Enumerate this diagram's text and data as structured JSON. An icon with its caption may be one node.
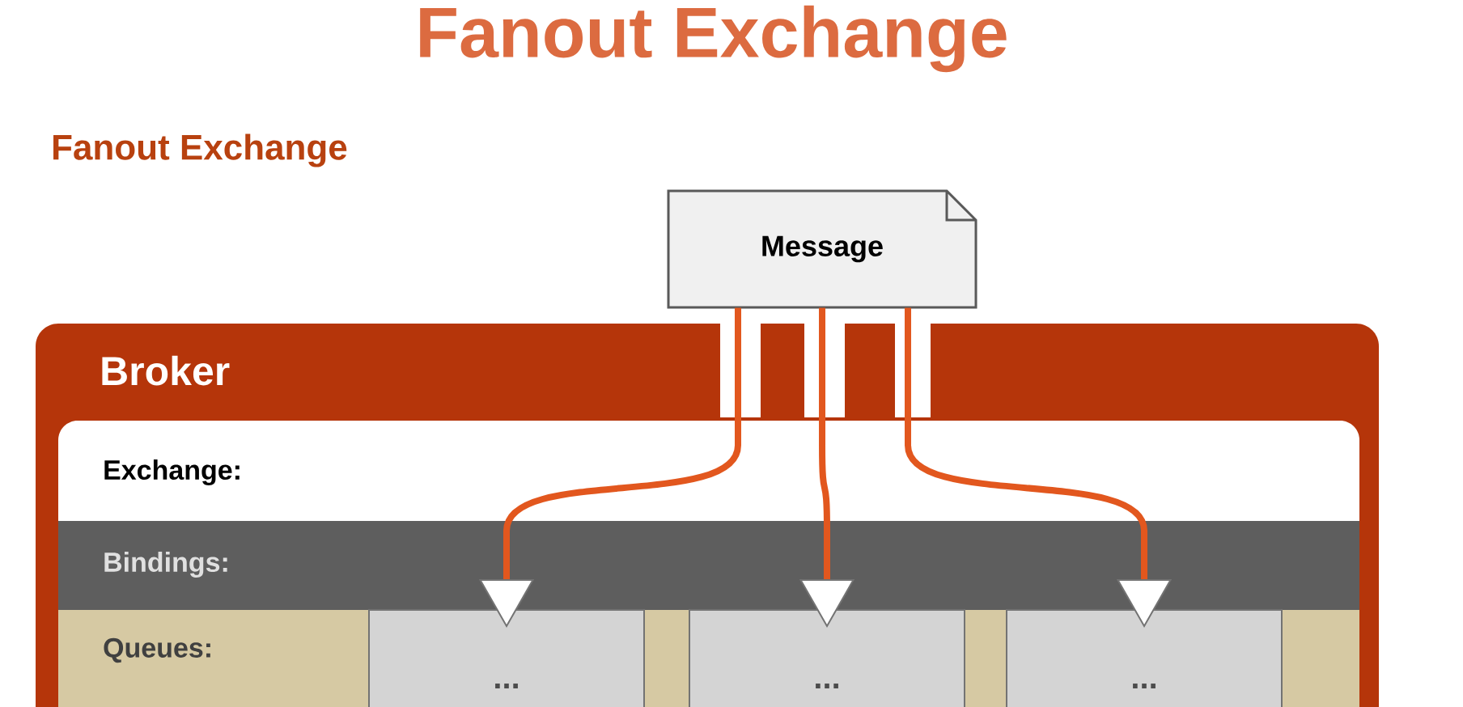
{
  "diagram": {
    "title": "Fanout Exchange",
    "nodes": [
      {
        "text": [
          "Message"
        ]
      },
      {
        "text": [
          "Broker"
        ]
      },
      {
        "text": [
          "..."
        ],
        "in": 1
      },
      {
        "text": [
          "..."
        ],
        "in": 1
      },
      {
        "text": [
          "..."
        ],
        "in": 1
      }
    ],
    "edges": [
      {
        "from": 0,
        "to": 2,
        "arrow": "to"
      },
      {
        "from": 0,
        "to": 3,
        "arrow": "to"
      },
      {
        "from": 0,
        "to": 4,
        "arrow": "to"
      }
    ],
    "labels": [
      "Fanout Exchange",
      "Exchange:",
      "Bindings:",
      "Queues:"
    ]
  }
}
